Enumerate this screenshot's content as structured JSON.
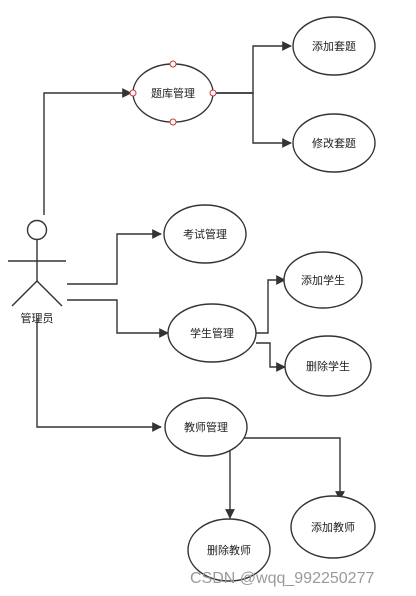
{
  "actor": {
    "label": "管理员"
  },
  "use_cases": {
    "question_bank": "题库管理",
    "add_question_set": "添加套题",
    "edit_question_set": "修改套题",
    "exam": "考试管理",
    "student": "学生管理",
    "add_student": "添加学生",
    "delete_student": "删除学生",
    "teacher": "教师管理",
    "delete_teacher": "删除教师",
    "add_teacher": "添加教师"
  },
  "watermark": "CSDN @wqq_992250277",
  "colors": {
    "line": "#333333",
    "selection_handle": "#cc3333",
    "watermark": "#9a9a9a"
  }
}
